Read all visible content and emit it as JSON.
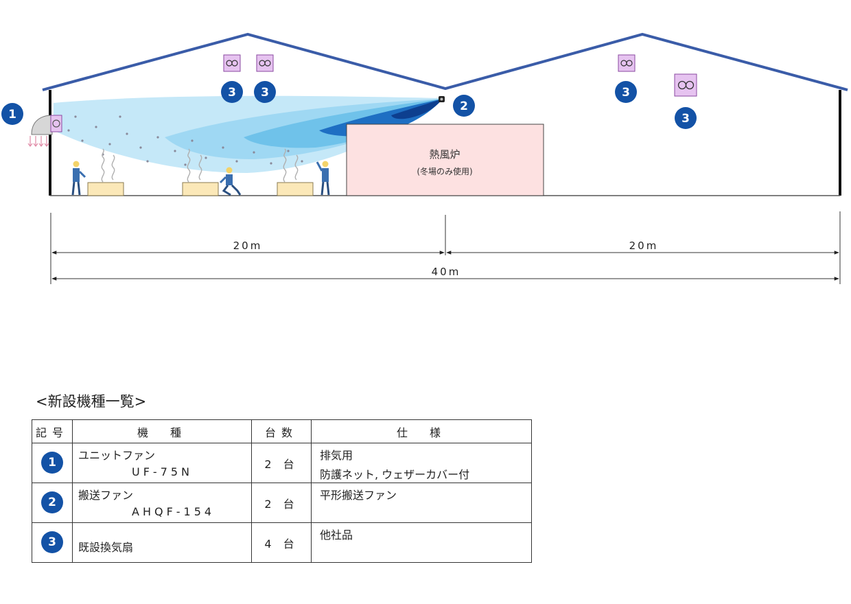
{
  "diagram": {
    "markers": {
      "one": "1",
      "two": "2",
      "three": "3"
    },
    "furnace": {
      "label": "熱風炉",
      "note": "(冬場のみ使用)"
    },
    "dimensions": {
      "left_span": "20m",
      "right_span": "20m",
      "total_span": "40m"
    },
    "colors": {
      "roof": "#3a5ca8",
      "badge": "#1352a6",
      "furnace_fill": "#fde1e1",
      "airflow_light": "#bfe6f7",
      "airflow_mid": "#7ccbee",
      "airflow_dark": "#1565c0",
      "fan_box": "#e6c3f0"
    }
  },
  "table": {
    "title": "<新設機種一覧>",
    "headers": {
      "symbol": "記号",
      "model": "機　種",
      "count": "台数",
      "spec": "仕　様"
    },
    "rows": [
      {
        "symbol": "1",
        "name": "ユニットファン",
        "model": "UF-75N",
        "count": "2 台",
        "spec": [
          "排気用",
          "防護ネット, ウェザーカバー付"
        ]
      },
      {
        "symbol": "2",
        "name": "搬送ファン",
        "model": "AHQF-154",
        "count": "2 台",
        "spec": [
          "平形搬送ファン"
        ]
      },
      {
        "symbol": "3",
        "name": "既設換気扇",
        "model": "",
        "count": "4 台",
        "spec": [
          "他社品"
        ]
      }
    ]
  }
}
